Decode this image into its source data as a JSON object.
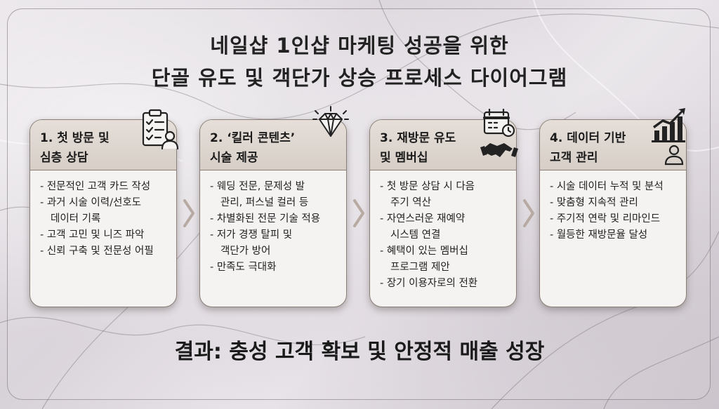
{
  "title": {
    "line1": "네일샵 1인샵 마케팅 성공을 위한",
    "line2": "단골 유도 및 객단가 상승 프로세스 다이어그램"
  },
  "steps": [
    {
      "title_line1": "1. 첫 방문 및",
      "title_line2": "심층 상담",
      "icon": "clipboard-user-icon",
      "items": [
        [
          "- 전문적인 고객 카드 작성"
        ],
        [
          "- 과거 시술 이력/선호도",
          "데이터 기록"
        ],
        [
          "- 고객 고민 및 니즈 파악"
        ],
        [
          "- 신뢰 구축 및 전문성 어필"
        ]
      ]
    },
    {
      "title_line1": "2. ‘킬러 콘텐츠’",
      "title_line2": "시술 제공",
      "icon": "diamond-icon",
      "items": [
        [
          "- 웨딩 전문, 문제성 발",
          "관리, 퍼스널 컬러 등"
        ],
        [
          "- 차별화된 전문 기술 적용"
        ],
        [
          "- 저가 경쟁 탈피 및",
          "객단가 방어"
        ],
        [
          "- 만족도 극대화"
        ]
      ]
    },
    {
      "title_line1": "3. 재방문 유도",
      "title_line2": "및 멤버십",
      "icon": "calendar-handshake-icon",
      "items": [
        [
          "- 첫 방문 상담 시 다음",
          "주기 역산"
        ],
        [
          "- 자연스러운 재예약",
          "시스템 연결"
        ],
        [
          "- 혜택이 있는 멤버십",
          "프로그램 제안"
        ],
        [
          "- 장기 이용자로의 전환"
        ]
      ]
    },
    {
      "title_line1": "4. 데이터 기반",
      "title_line2": "고객 관리",
      "icon": "chart-user-icon",
      "items": [
        [
          "- 시술 데이터 누적 및 분석"
        ],
        [
          "- 맞춤형 지속적 관리"
        ],
        [
          "- 주기적 연락 및 리마인드"
        ],
        [
          "- 월등한 재방문율 달성"
        ]
      ]
    }
  ],
  "result": "결과: 충성 고객 확보 및 안정적 매출 성장"
}
